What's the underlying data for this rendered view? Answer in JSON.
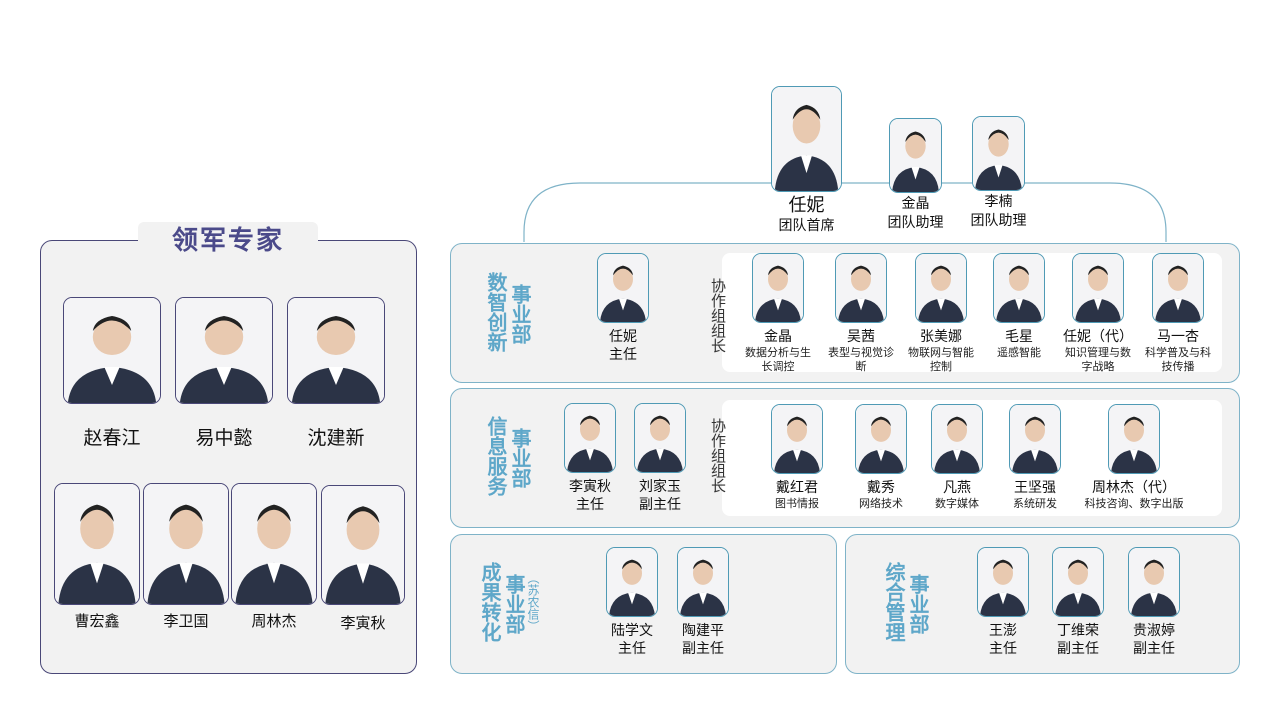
{
  "leaders": {
    "title": "领军专家",
    "people": [
      {
        "name": "赵春江"
      },
      {
        "name": "易中懿"
      },
      {
        "name": "沈建新"
      },
      {
        "name": "曹宏鑫"
      },
      {
        "name": "李卫国"
      },
      {
        "name": "周林杰"
      },
      {
        "name": "李寅秋"
      }
    ]
  },
  "top": {
    "chief": {
      "name": "任妮",
      "role": "团队首席"
    },
    "assistants": [
      {
        "name": "金晶",
        "role": "团队助理"
      },
      {
        "name": "李楠",
        "role": "团队助理"
      }
    ]
  },
  "departments": [
    {
      "title_main": "数智创新",
      "title_suffix": "事业部",
      "group_label": "协作组组长",
      "heads": [
        {
          "name": "任妮",
          "role": "主任"
        }
      ],
      "members": [
        {
          "name": "金晶",
          "role": "数据分析与生长调控"
        },
        {
          "name": "吴茜",
          "role": "表型与视觉诊断"
        },
        {
          "name": "张美娜",
          "role": "物联网与智能控制"
        },
        {
          "name": "毛星",
          "role": "遥感智能"
        },
        {
          "name": "任妮（代）",
          "role": "知识管理与数字战略"
        },
        {
          "name": "马一杏",
          "role": "科学普及与科技传播"
        }
      ]
    },
    {
      "title_main": "信息服务",
      "title_suffix": "事业部",
      "group_label": "协作组组长",
      "heads": [
        {
          "name": "李寅秋",
          "role": "主任"
        },
        {
          "name": "刘家玉",
          "role": "副主任"
        }
      ],
      "members": [
        {
          "name": "戴红君",
          "role": "图书情报"
        },
        {
          "name": "戴秀",
          "role": "网络技术"
        },
        {
          "name": "凡燕",
          "role": "数字媒体"
        },
        {
          "name": "王坚强",
          "role": "系统研发"
        },
        {
          "name": "周林杰（代）",
          "role": "科技咨询、数字出版"
        }
      ]
    },
    {
      "title_main": "成果转化",
      "title_suffix": "事业部",
      "title_note": "（苏农信）",
      "heads": [
        {
          "name": "陆学文",
          "role": "主任"
        },
        {
          "name": "陶建平",
          "role": "副主任"
        }
      ]
    },
    {
      "title_main": "综合管理",
      "title_suffix": "事业部",
      "heads": [
        {
          "name": "王澎",
          "role": "主任"
        },
        {
          "name": "丁维荣",
          "role": "副主任"
        },
        {
          "name": "贵淑婷",
          "role": "副主任"
        }
      ]
    }
  ],
  "colors": {
    "accent": "#5ea7c9",
    "leader": "#4b4a8a",
    "border": "#4f9ab5"
  }
}
